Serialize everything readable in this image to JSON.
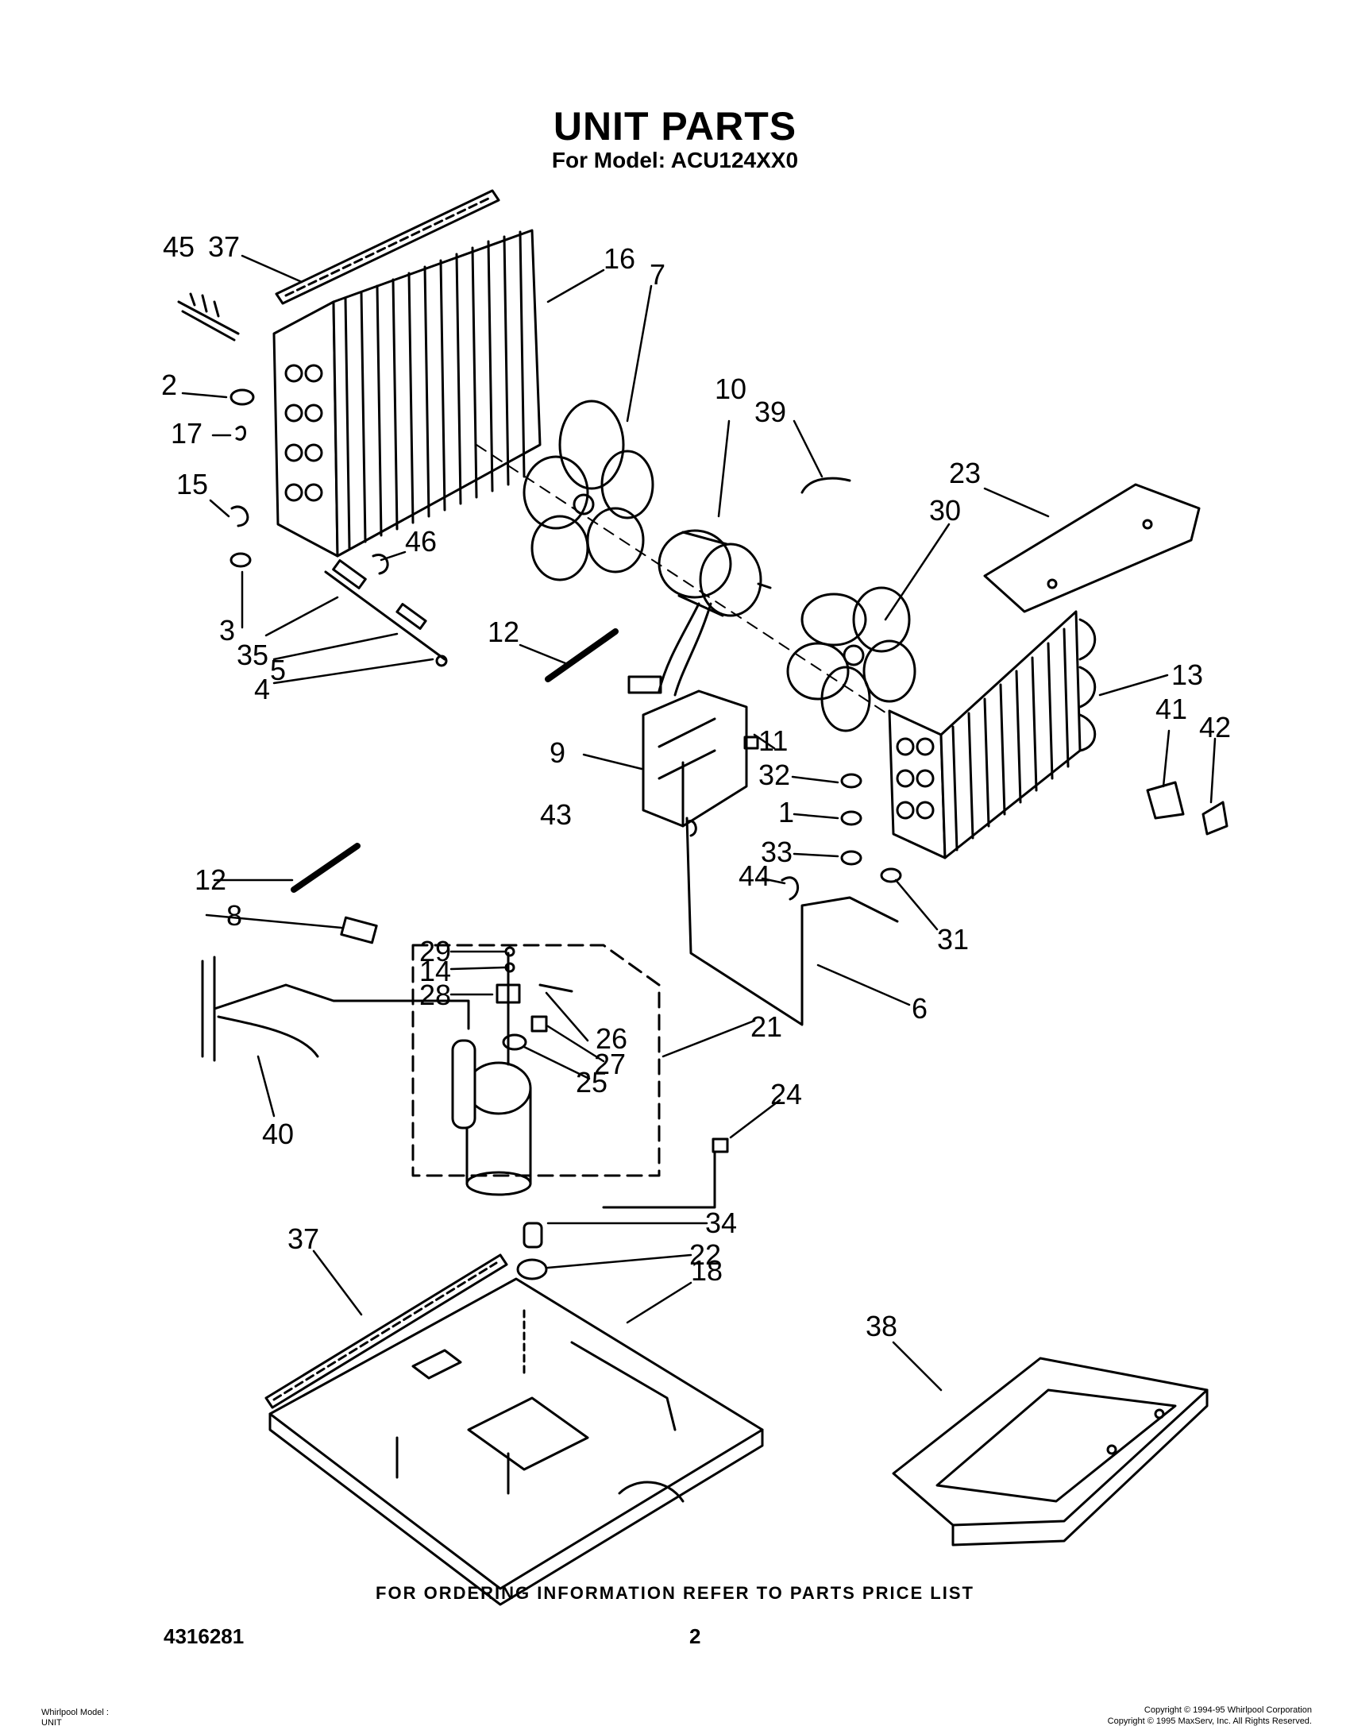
{
  "header": {
    "title": "UNIT PARTS",
    "subtitle": "For Model: ACU124XX0"
  },
  "callouts": {
    "c45": "45",
    "c37a": "37",
    "c16": "16",
    "c7": "7",
    "c2": "2",
    "c17": "17",
    "c15": "15",
    "c3": "3",
    "c46": "46",
    "c35": "35",
    "c5": "5",
    "c4": "4",
    "c10": "10",
    "c39": "39",
    "c23": "23",
    "c30": "30",
    "c12a": "12",
    "c13": "13",
    "c41": "41",
    "c42": "42",
    "c9": "9",
    "c11": "11",
    "c32": "32",
    "c1": "1",
    "c33": "33",
    "c43": "43",
    "c44": "44",
    "c31": "31",
    "c12b": "12",
    "c29": "29",
    "c14": "14",
    "c8": "8",
    "c28": "28",
    "c26": "26",
    "c27": "27",
    "c25": "25",
    "c6": "6",
    "c21": "21",
    "c24": "24",
    "c40": "40",
    "c34": "34",
    "c22": "22",
    "c37b": "37",
    "c18": "18",
    "c38": "38"
  },
  "footer": {
    "ordering_note": "FOR ORDERING INFORMATION REFER TO PARTS PRICE LIST",
    "doc_number": "4316281",
    "page_number": "2",
    "model_line1": "Whirlpool Model :",
    "model_line2": "UNIT",
    "copyright1": "Copyright © 1994-95 Whirlpool Corporation",
    "copyright2": "Copyright © 1995 MaxServ, Inc.  All Rights Reserved."
  }
}
